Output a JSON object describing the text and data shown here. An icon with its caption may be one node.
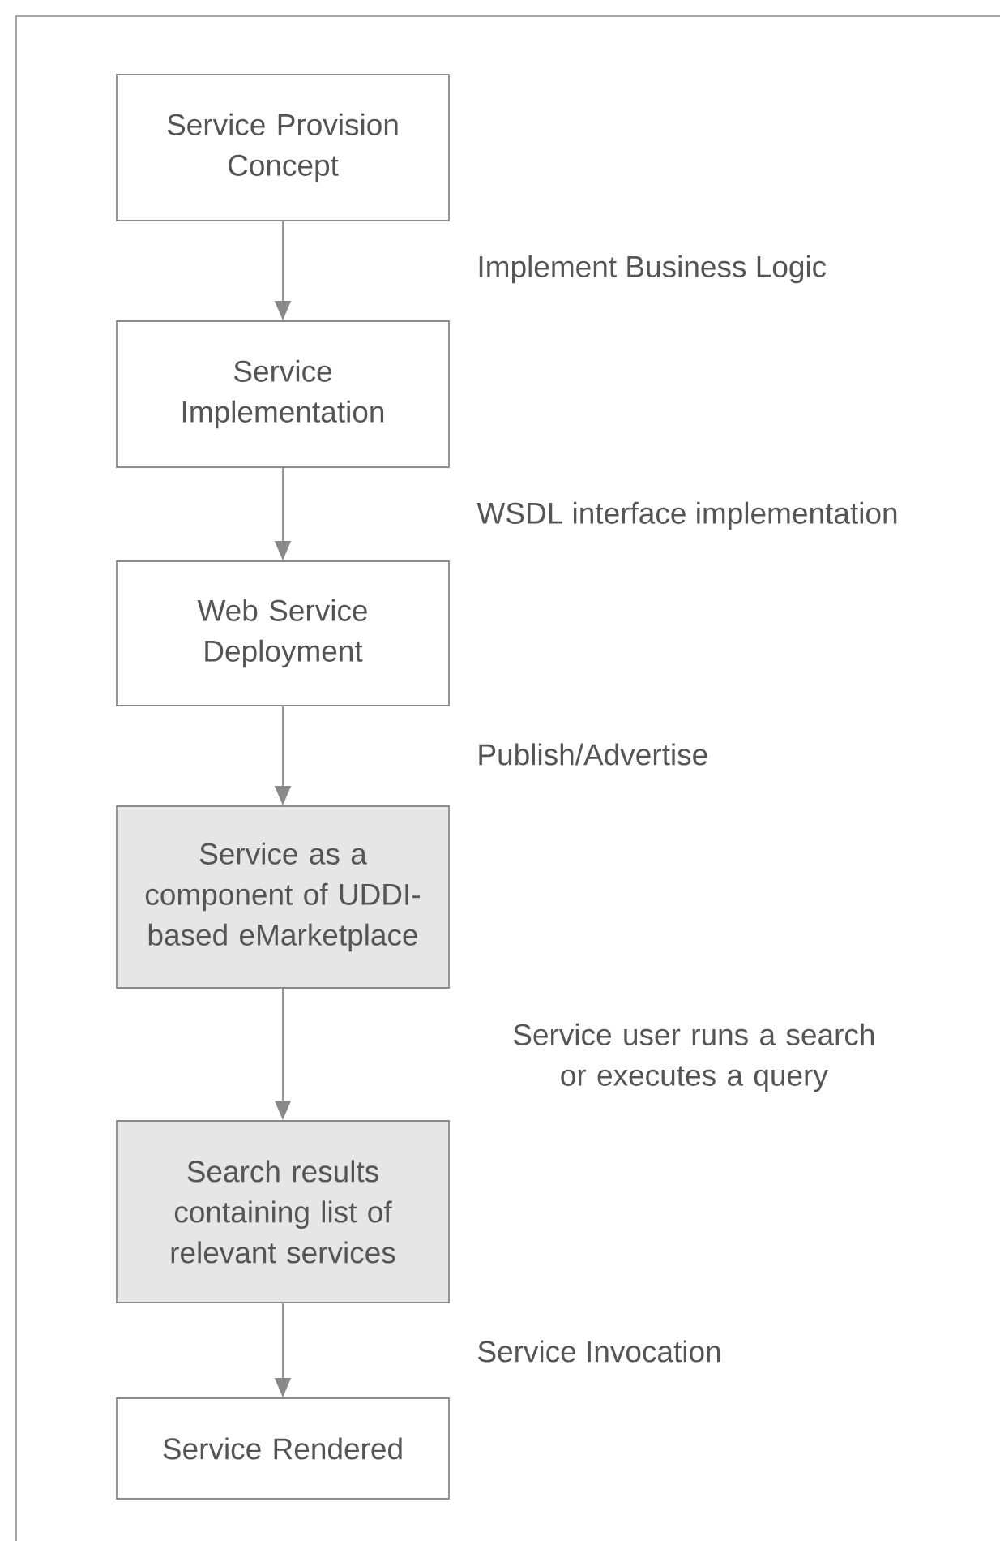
{
  "diagram": {
    "nodes": [
      {
        "text": [
          "Service Provision Concept"
        ]
      },
      {
        "text": [
          "Service Implementation"
        ]
      },
      {
        "text": [
          "Web Service Deployment"
        ]
      },
      {
        "text": [
          "Service as a component of UDDI-based eMarketplace"
        ]
      },
      {
        "text": [
          "Search results containing list of relevant services"
        ]
      },
      {
        "text": [
          "Service Rendered"
        ]
      }
    ],
    "edges": [
      {
        "from": 0,
        "to": 1,
        "arrow": "to"
      },
      {
        "from": 1,
        "to": 2,
        "arrow": "to"
      },
      {
        "from": 2,
        "to": 3,
        "arrow": "to"
      },
      {
        "from": 3,
        "to": 4,
        "arrow": "to"
      },
      {
        "from": 4,
        "to": 5,
        "arrow": "to"
      }
    ],
    "labels": [
      "Implement Business Logic",
      "WSDL interface implementation",
      "Publish/Advertise",
      "Service user runs a search or executes a query",
      "Service Invocation"
    ]
  }
}
